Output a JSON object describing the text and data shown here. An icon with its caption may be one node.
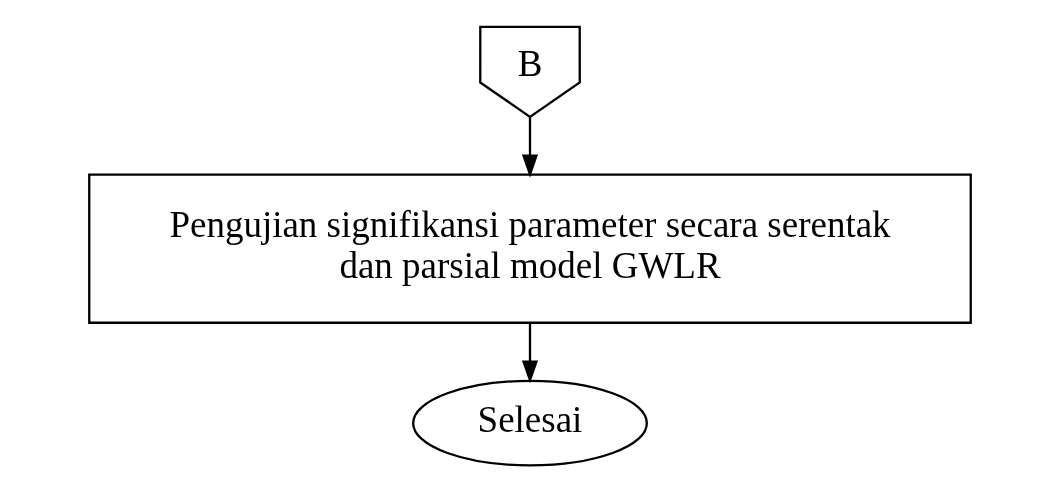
{
  "diagram": {
    "nodes": [
      {
        "text": [
          "B"
        ]
      },
      {
        "text": [
          "Pengujian signifikansi parameter secara serentak dan parsial model GWLR"
        ]
      },
      {
        "text": [
          "Selesai"
        ]
      }
    ],
    "edges": [
      {
        "from": 0,
        "to": 1,
        "arrow": "to"
      },
      {
        "from": 1,
        "to": 2,
        "arrow": "to"
      }
    ]
  }
}
